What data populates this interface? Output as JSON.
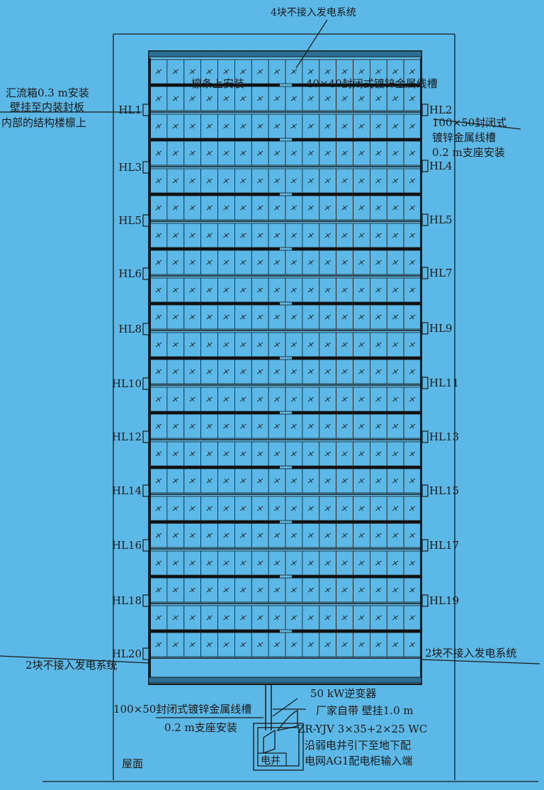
{
  "colors": {
    "background": "#5cb8e6",
    "line": "#1a1a1a",
    "panel_fill": "#5cb8e6",
    "row_fill": "#4aa8d8"
  },
  "annotations": {
    "top_excluded": "4块不接入发电系统",
    "purlin_mount": "檩条上安装",
    "top_trunk": "40×40封闭式镀锌金属线槽",
    "combiner_line1": "汇流箱0.3 m安装",
    "combiner_line2": "壁挂至内装封板",
    "combiner_line3": "内部的结构楼檩上",
    "right_trunk_line1": "100×50封闭式",
    "right_trunk_line2": "镀锌金属线槽",
    "right_trunk_line3": "0.2 m支座安装",
    "bottom_excluded_left": "2块不接入发电系统",
    "bottom_excluded_right": "2块不接入发电系统",
    "bottom_trunk_line1": "100×50封闭式镀锌金属线槽",
    "bottom_trunk_line2": "0.2 m支座安装",
    "inverter_line1": "50 kW逆变器",
    "inverter_line2": "厂家自带 壁挂1.0 m",
    "cable_line1": "ZR-YJV 3×35+2×25 WC",
    "cable_line2": "沿弱电井引下至地下配",
    "cable_line3": "电网AG1配电柜输入端",
    "shaft": "电井",
    "roof": "屋面"
  },
  "combiners_left": [
    "HL1",
    "HL3",
    "HL5",
    "HL6",
    "HL8",
    "HL10",
    "HL12",
    "HL14",
    "HL16",
    "HL18",
    "HL20"
  ],
  "combiners_right": [
    "HL2",
    "HL4",
    "HL5",
    "HL7",
    "HL9",
    "HL11",
    "HL13",
    "HL15",
    "HL17",
    "HL19"
  ]
}
